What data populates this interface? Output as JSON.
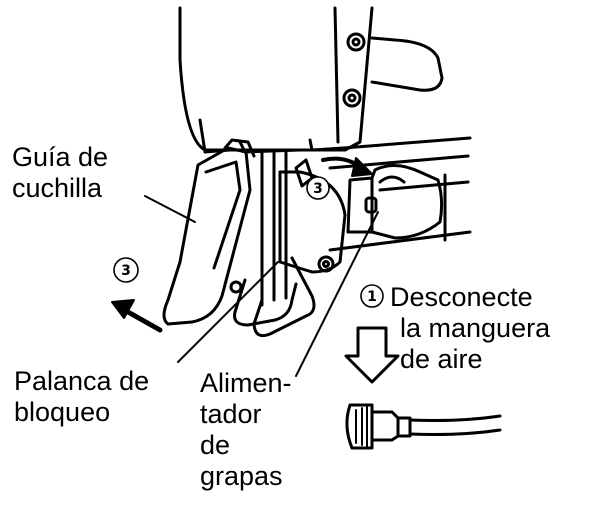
{
  "labels": {
    "blade_guide": [
      "Guía de",
      "cuchilla"
    ],
    "lock_lever": [
      "Palanca de",
      "bloqueo"
    ],
    "staple_feeder": [
      "Alimen-",
      "tador",
      "de",
      "grapas"
    ],
    "disconnect_hose": [
      "Desconecte",
      "la manguera",
      "de aire"
    ]
  },
  "step_markers": {
    "disconnect": "1",
    "release_upper": "3",
    "release_left": "3"
  },
  "colors": {
    "line": "#000000",
    "fill": "#ffffff"
  }
}
